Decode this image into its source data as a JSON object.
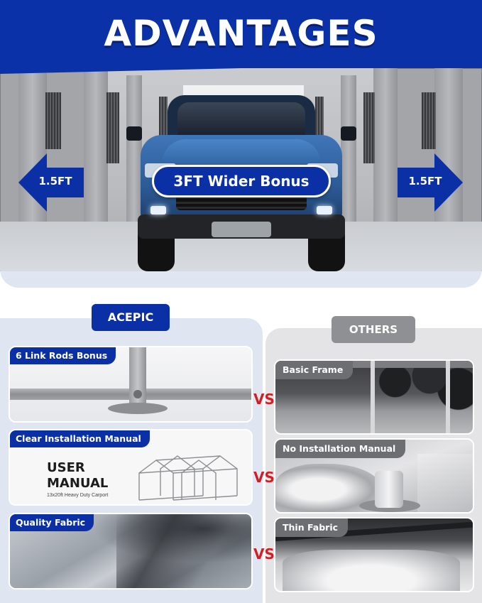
{
  "hero": {
    "title": "ADVANTAGES",
    "bonus_label": "3FT Wider Bonus",
    "left_arrow_label": "1.5FT",
    "right_arrow_label": "1.5FT"
  },
  "acepic": {
    "tag": "ACEPIC",
    "cards": [
      {
        "label": "6 Link Rods Bonus"
      },
      {
        "label": "Clear Installation Manual",
        "manual_title": "USER MANUAL",
        "manual_subtitle": "13x20ft Heavy Duty Carport"
      },
      {
        "label": "Quality Fabric"
      }
    ]
  },
  "others": {
    "tag": "OTHERS",
    "cards": [
      {
        "label": "Basic Frame"
      },
      {
        "label": "No Installation Manual"
      },
      {
        "label": "Thin Fabric"
      }
    ]
  },
  "vs_label": "VS",
  "colors": {
    "brand_blue": "#0b2fa5",
    "vs_red": "#d21f25",
    "others_gray": "#8f9094"
  }
}
